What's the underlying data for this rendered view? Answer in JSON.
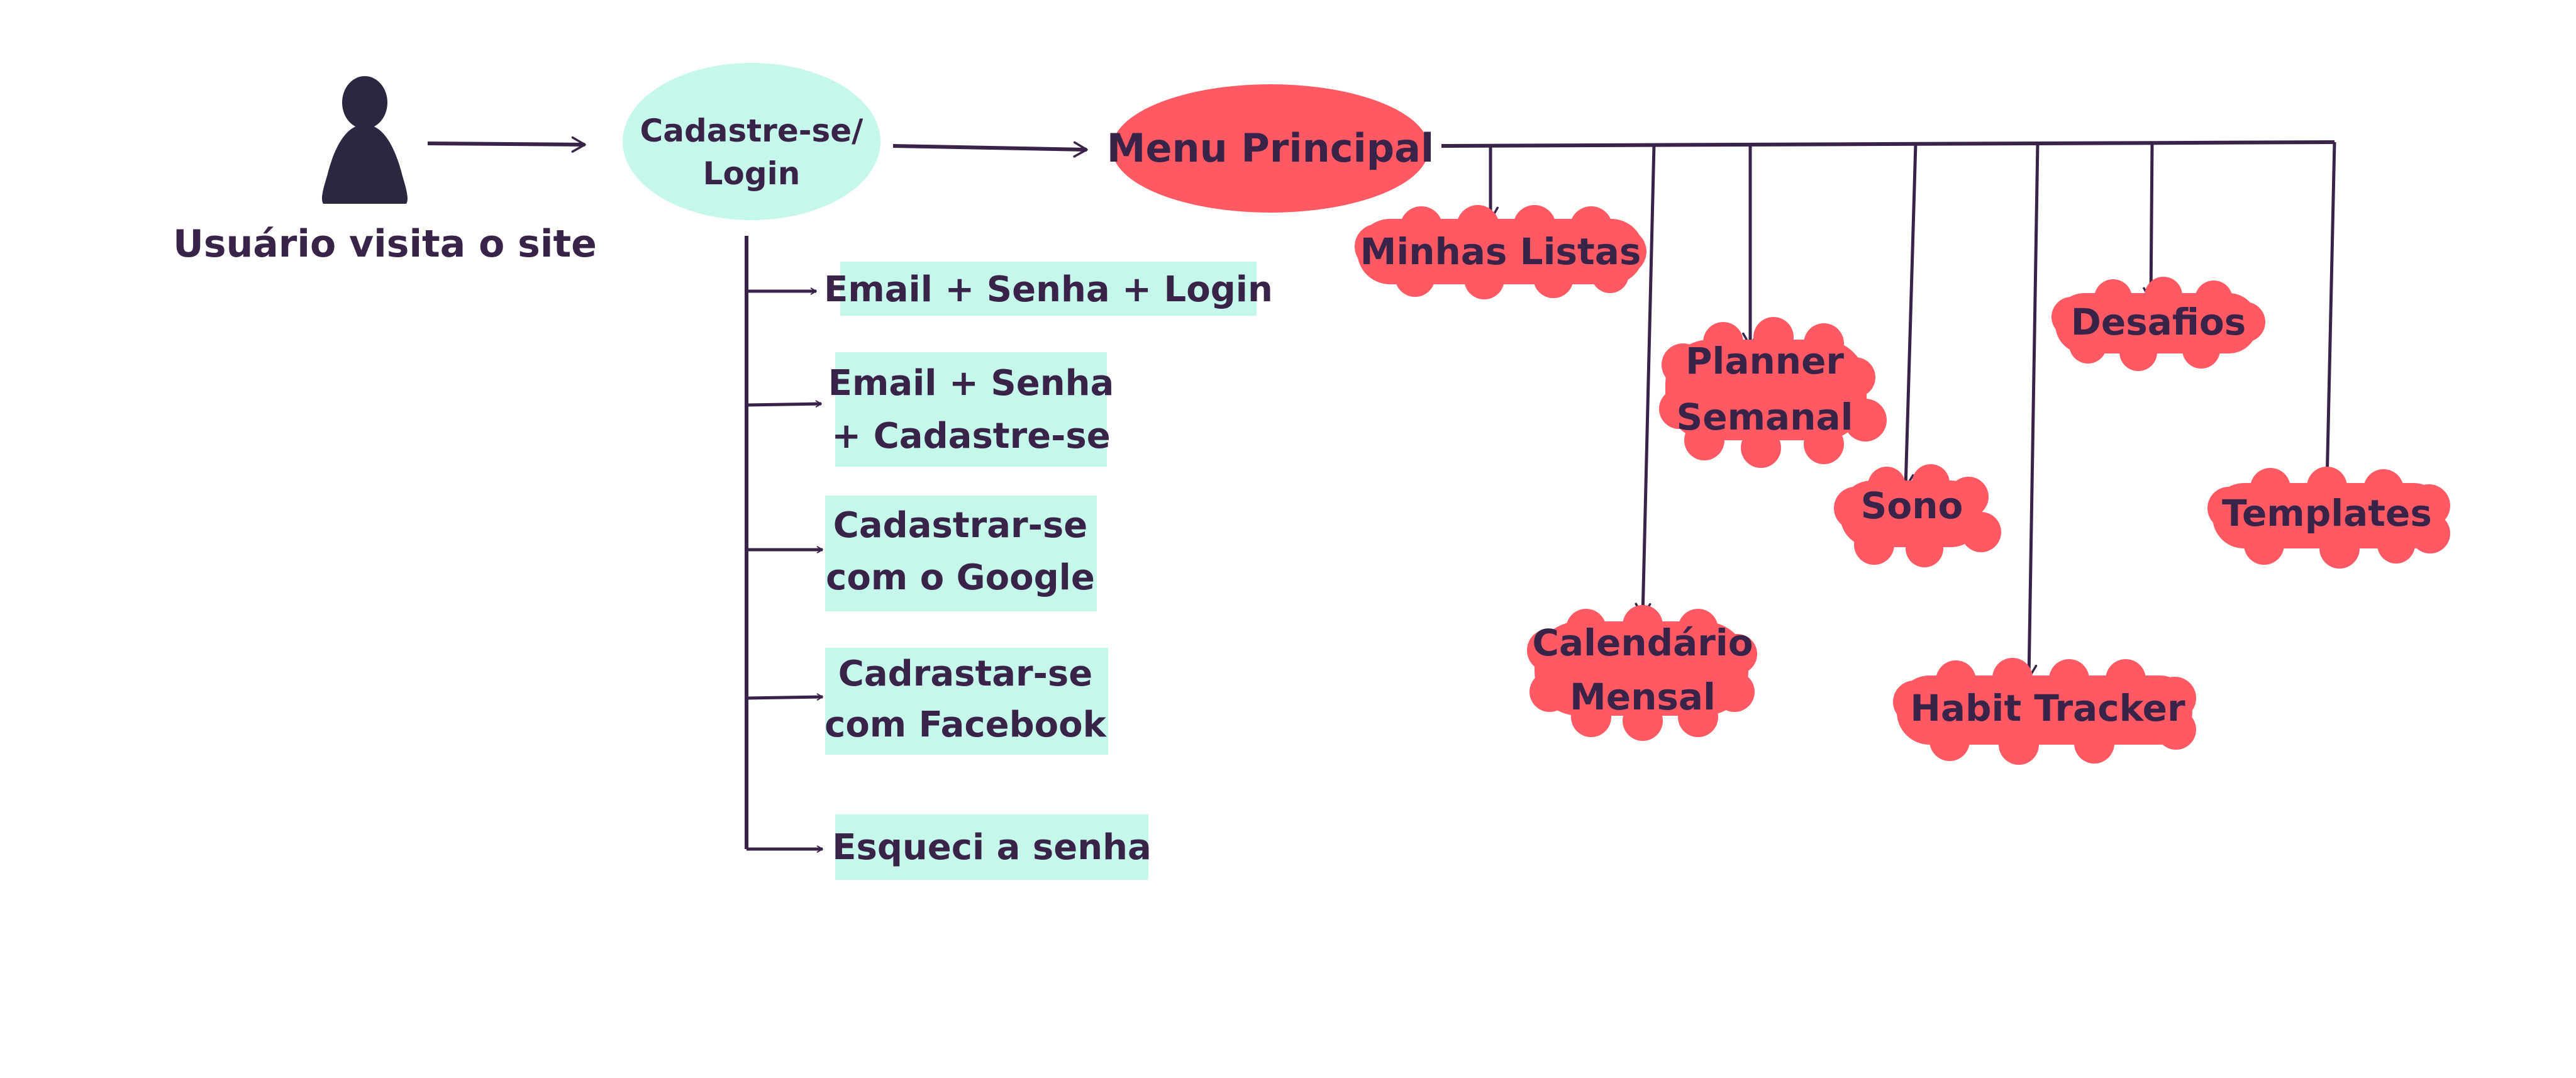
{
  "diagram": {
    "colors": {
      "ink": "#3a2349",
      "mint": "#c5f8eb",
      "coral": "#ff5a63",
      "person": "#2c2740",
      "background": "#ffffff"
    },
    "user": {
      "icon": "person-icon",
      "label": "Usuário visita o site"
    },
    "login_node": {
      "line1": "Cadastre-se/",
      "line2": "Login"
    },
    "menu_node": {
      "label": "Menu Principal"
    },
    "auth_options": [
      {
        "lines": [
          "Email + Senha + Login"
        ]
      },
      {
        "lines": [
          "Email + Senha",
          "+ Cadastre-se"
        ]
      },
      {
        "lines": [
          "Cadastrar-se",
          "com o Google"
        ]
      },
      {
        "lines": [
          "Cadrastar-se",
          "com Facebook"
        ]
      },
      {
        "lines": [
          "Esqueci a senha"
        ]
      }
    ],
    "menu_items": [
      {
        "lines": [
          "Minhas Listas"
        ]
      },
      {
        "lines": [
          "Calendário",
          "Mensal"
        ]
      },
      {
        "lines": [
          "Planner",
          "Semanal"
        ]
      },
      {
        "lines": [
          "Sono"
        ]
      },
      {
        "lines": [
          "Habit Tracker"
        ]
      },
      {
        "lines": [
          "Desafios"
        ]
      },
      {
        "lines": [
          "Templates"
        ]
      }
    ]
  }
}
